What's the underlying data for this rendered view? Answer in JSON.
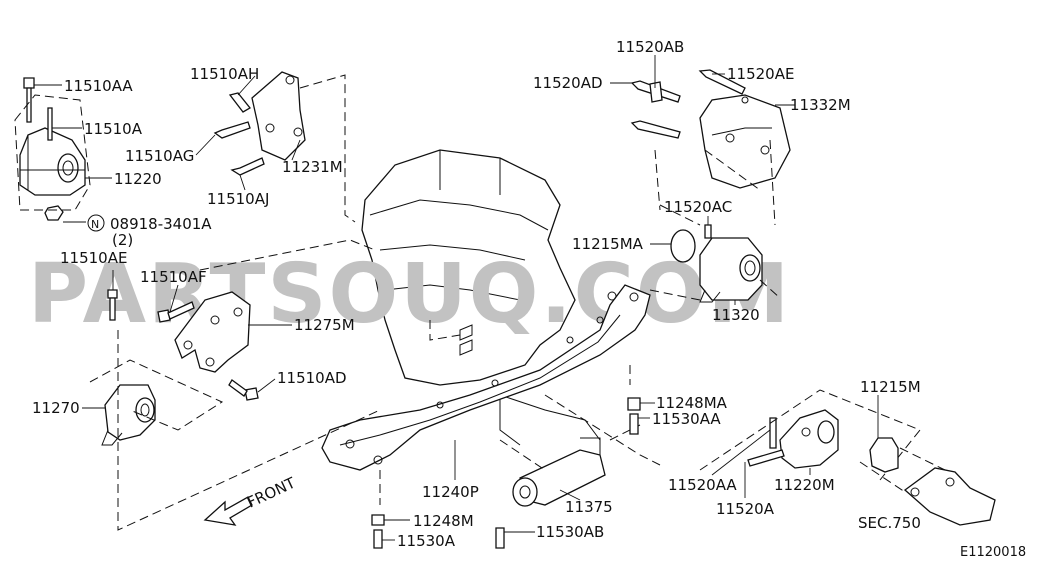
{
  "watermark": "PARTSOUQ.COM",
  "diagram_code": "E1120018",
  "front_label": "FRONT",
  "labels": {
    "p11510AA": "11510AA",
    "p11510A_top": "11510A",
    "p11220": "11220",
    "p08918": "08918-3401A",
    "p08918_qty": "(2)",
    "n_symbol": "N",
    "p11510AH": "11510AH",
    "p11510AG": "11510AG",
    "p11231M": "11231M",
    "p11510AJ": "11510AJ",
    "p11510AE": "11510AE",
    "p11510AF": "11510AF",
    "p11275M": "11275M",
    "p11510AD": "11510AD",
    "p11270": "11270",
    "p11240P": "11240P",
    "p11248M": "11248M",
    "p11530A": "11530A",
    "p11530AB": "11530AB",
    "p11375": "11375",
    "p11248MA": "11248MA",
    "p11530AA": "11530AA",
    "p11520AB": "11520AB",
    "p11520AD": "11520AD",
    "p11520AE": "11520AE",
    "p11332M": "11332M",
    "p11520AC": "11520AC",
    "p11215MA": "11215MA",
    "p11320": "11320",
    "p11215M": "11215M",
    "p11220M": "11220M",
    "p11520AA": "11520AA",
    "p11520A": "11520A",
    "sec750": "SEC.750"
  }
}
